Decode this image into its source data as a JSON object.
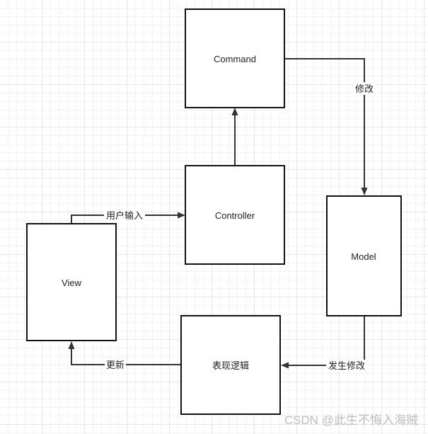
{
  "nodes": {
    "command": "Command",
    "controller": "Controller",
    "model": "Model",
    "view": "View",
    "logic": "表现逻辑"
  },
  "edges": {
    "command_to_model": "修改",
    "view_to_controller": "用户输入",
    "model_to_logic": "发生修改",
    "logic_to_view": "更新"
  },
  "watermark": "CSDN @此生不悔入海贼"
}
